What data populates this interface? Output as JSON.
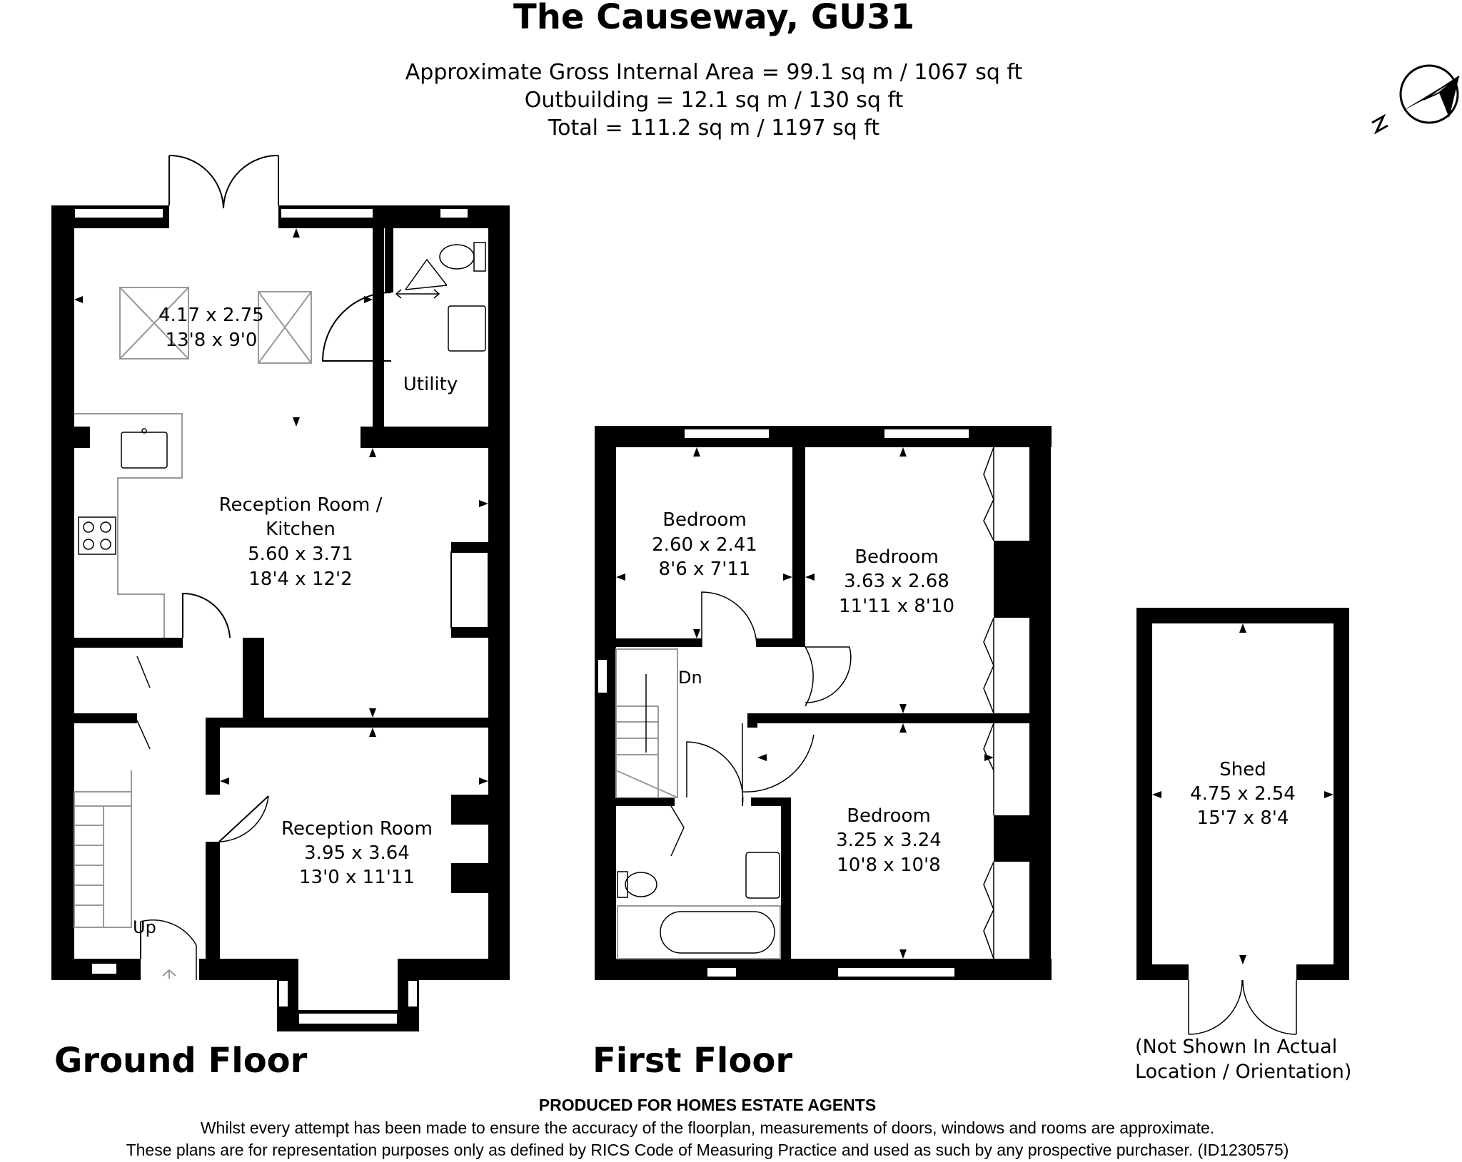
{
  "header": {
    "title": "The Causeway, GU31",
    "area_lines": [
      "Approximate Gross Internal Area = 99.1 sq m / 1067 sq ft",
      "Outbuilding = 12.1 sq m / 130 sq ft",
      "Total = 111.2 sq m / 1197 sq ft"
    ]
  },
  "compass": {
    "icon": "north-arrow-icon",
    "label": "N"
  },
  "ground_floor": {
    "label": "Ground Floor",
    "rooms": {
      "extension": {
        "dims_m": "4.17 x 2.75",
        "dims_ft": "13'8 x 9'0"
      },
      "utility": {
        "name": "Utility"
      },
      "reception_kitchen": {
        "name_line1": "Reception Room /",
        "name_line2": "Kitchen",
        "dims_m": "5.60 x 3.71",
        "dims_ft": "18'4 x 12'2"
      },
      "reception": {
        "name": "Reception Room",
        "dims_m": "3.95 x 3.64",
        "dims_ft": "13'0 x 11'11"
      }
    },
    "stairs_label": "Up"
  },
  "first_floor": {
    "label": "First Floor",
    "rooms": {
      "bedroom_small": {
        "name": "Bedroom",
        "dims_m": "2.60 x 2.41",
        "dims_ft": "8'6 x 7'11"
      },
      "bedroom_front": {
        "name": "Bedroom",
        "dims_m": "3.63 x 2.68",
        "dims_ft": "11'11 x 8'10"
      },
      "bedroom_rear": {
        "name": "Bedroom",
        "dims_m": "3.25 x 3.24",
        "dims_ft": "10'8 x 10'8"
      }
    },
    "stairs_label": "Dn"
  },
  "shed": {
    "name": "Shed",
    "dims_m": "4.75 x 2.54",
    "dims_ft": "15'7 x 8'4",
    "note_line1": "(Not Shown In Actual",
    "note_line2": "Location / Orientation)"
  },
  "footer": {
    "produced_by": "PRODUCED FOR HOMES ESTATE AGENTS",
    "disclaimer_line1": "Whilst every attempt has been made to ensure the accuracy of the floorplan, measurements of doors, windows and rooms are approximate.",
    "disclaimer_line2": "These plans are for representation purposes only as defined by RICS Code of Measuring Practice and used as such by any prospective purchaser. (ID1230575)"
  }
}
